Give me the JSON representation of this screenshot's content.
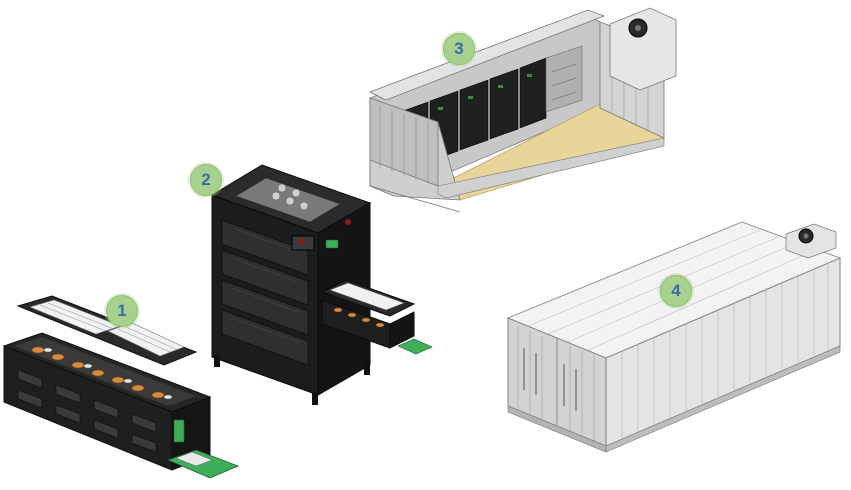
{
  "badges": {
    "b1": "1",
    "b2": "2",
    "b3": "3",
    "b4": "4"
  },
  "colors": {
    "badge_fill": "#a9d18e",
    "badge_text": "#3d6ba6",
    "module_dark": "#1c1c1c",
    "pcb_green": "#3fae5a",
    "container_floor": "#e8d59a",
    "container_wall": "#d9d9d9"
  }
}
